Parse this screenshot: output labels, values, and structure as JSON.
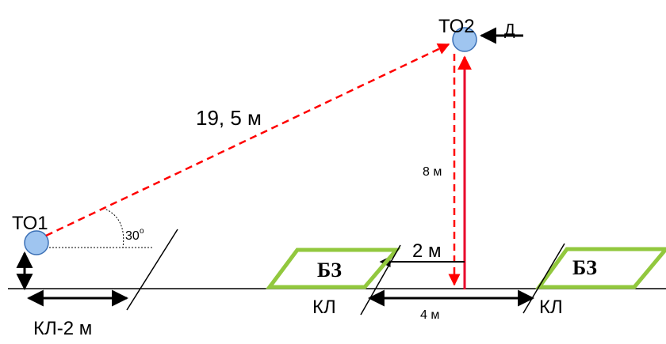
{
  "labels": {
    "to1": "ТО1",
    "to2": "ТО2",
    "arrow_d": "Д",
    "distance_diag": "19, 5 м",
    "angle": "30",
    "angle_unit": "о",
    "height_8": "8 м",
    "offset_2": "2 м",
    "span_4": "4 м",
    "kl_left": "КЛ",
    "kl_right": "КЛ",
    "kl_2m": "КЛ-2 м",
    "bz_left": "БЗ",
    "bz_right": "БЗ"
  },
  "colors": {
    "dashed_red": "#ff0000",
    "solid_red": "#e8002a",
    "green_box": "#92c83e",
    "circle_fill": "#9fc5f0",
    "circle_stroke": "#3a6fb5",
    "line": "#000000"
  }
}
